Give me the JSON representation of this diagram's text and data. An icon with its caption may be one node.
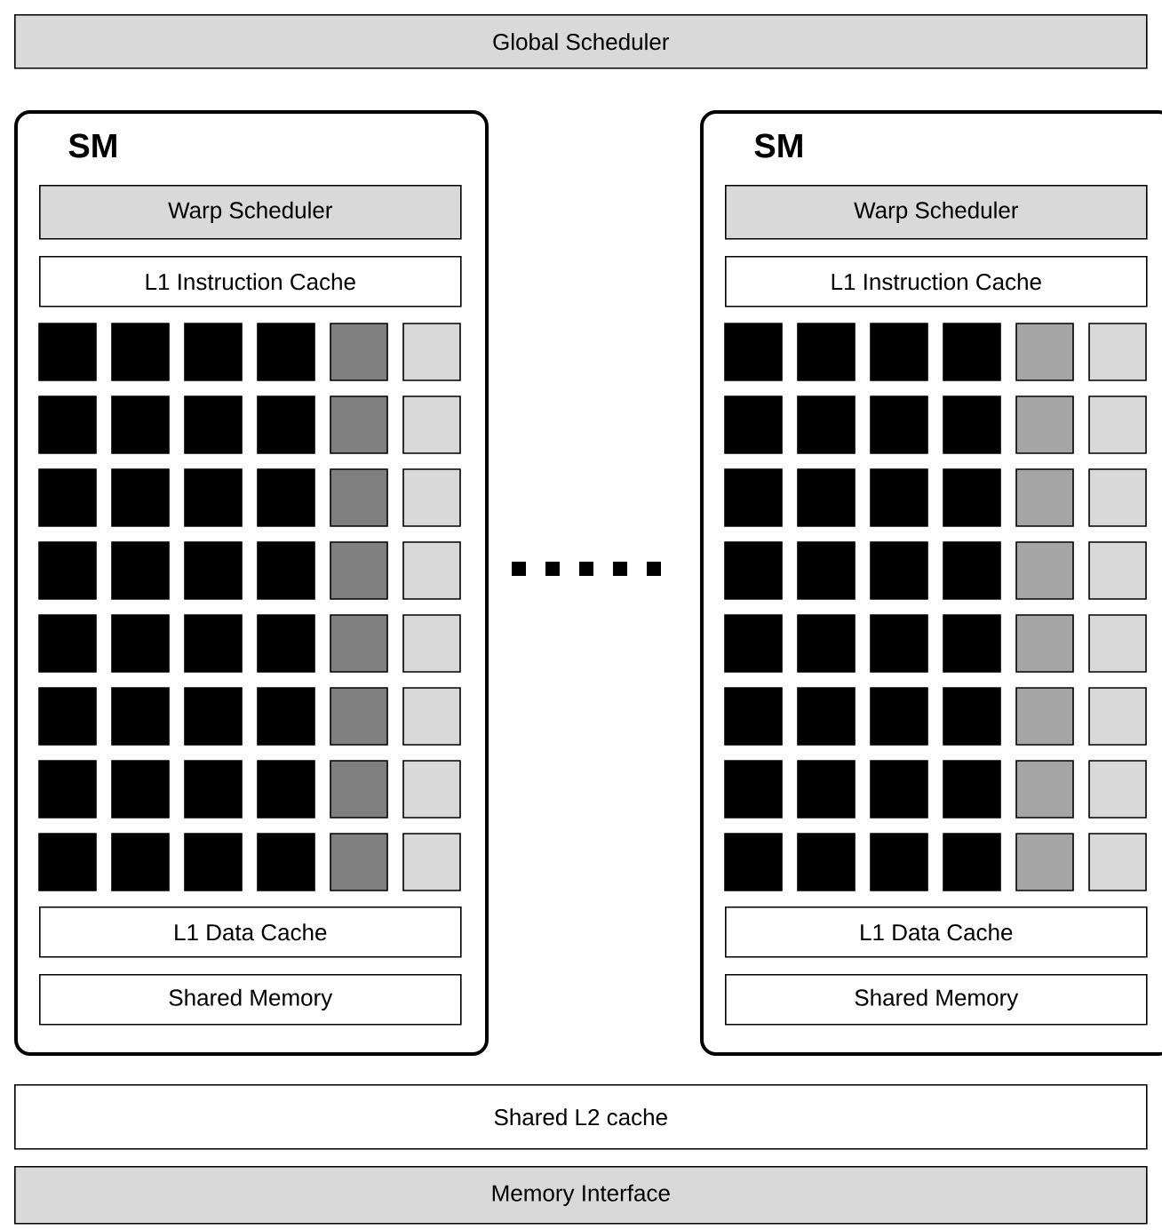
{
  "diagram": {
    "nodes": [
      {
        "text": [
          "Global Scheduler"
        ]
      },
      {
        "text": [
          "SM"
        ]
      },
      {
        "text": [
          "Warp Scheduler"
        ],
        "in": 1
      },
      {
        "text": [
          "L1 Instruction Cache"
        ],
        "in": 1
      },
      {
        "text": [
          "L1 Data Cache"
        ],
        "in": 1
      },
      {
        "text": [
          "Shared Memory"
        ],
        "in": 1
      },
      {
        "text": [
          "SM"
        ]
      },
      {
        "text": [
          "Warp Scheduler"
        ],
        "in": 6
      },
      {
        "text": [
          "L1 Instruction Cache"
        ],
        "in": 6
      },
      {
        "text": [
          "L1 Data Cache"
        ],
        "in": 6
      },
      {
        "text": [
          "Shared Memory"
        ],
        "in": 6
      },
      {
        "text": [
          "Shared L2 cache"
        ]
      },
      {
        "text": [
          "Memory Interface"
        ]
      }
    ]
  }
}
